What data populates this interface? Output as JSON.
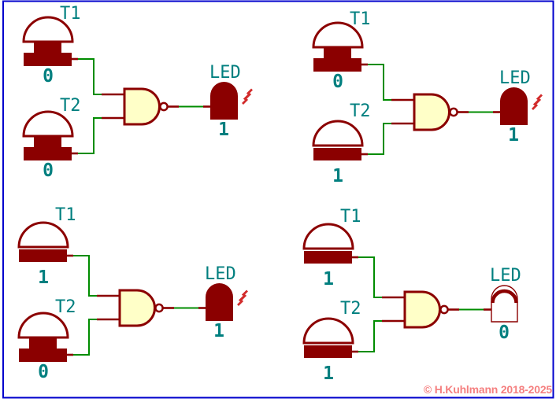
{
  "diagram_type": "NAND gate truth-table demonstration",
  "copyright": "© H.Kuhlmann 2018-2025",
  "colors": {
    "border_blue": "#0000cc",
    "component_outline_maroon": "#8b0000",
    "gate_fill_cream": "#ffffc8",
    "wire_green": "#008c00",
    "label_teal": "#007f7f",
    "spark_red": "#d22b2b",
    "copyright_salmon": "#f58080",
    "background": "#ffffff"
  },
  "circuits": [
    {
      "position": "top-left",
      "gate_type": "NAND",
      "t1": {
        "label": "T1",
        "state": "0",
        "pressed": false
      },
      "t2": {
        "label": "T2",
        "state": "0",
        "pressed": false
      },
      "led": {
        "label": "LED",
        "state": "1",
        "lit": true
      }
    },
    {
      "position": "top-right",
      "gate_type": "NAND",
      "t1": {
        "label": "T1",
        "state": "0",
        "pressed": false
      },
      "t2": {
        "label": "T2",
        "state": "1",
        "pressed": true
      },
      "led": {
        "label": "LED",
        "state": "1",
        "lit": true
      }
    },
    {
      "position": "bottom-left",
      "gate_type": "NAND",
      "t1": {
        "label": "T1",
        "state": "1",
        "pressed": true
      },
      "t2": {
        "label": "T2",
        "state": "0",
        "pressed": false
      },
      "led": {
        "label": "LED",
        "state": "1",
        "lit": true
      }
    },
    {
      "position": "bottom-right",
      "gate_type": "NAND",
      "t1": {
        "label": "T1",
        "state": "1",
        "pressed": true
      },
      "t2": {
        "label": "T2",
        "state": "1",
        "pressed": true
      },
      "led": {
        "label": "LED",
        "state": "0",
        "lit": false
      }
    }
  ]
}
